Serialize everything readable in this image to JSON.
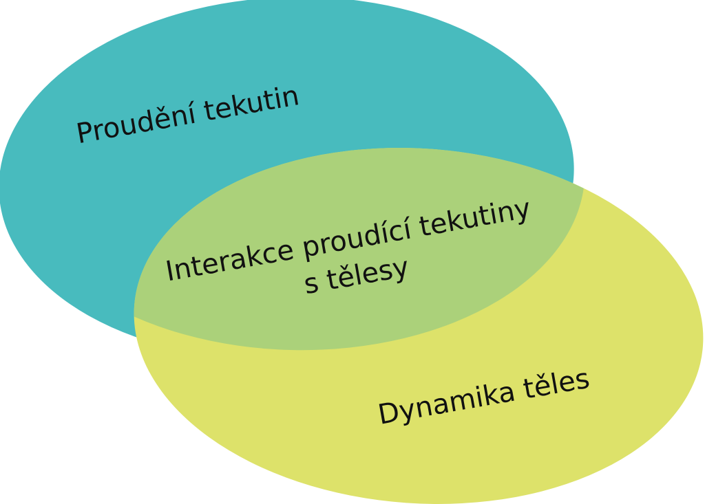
{
  "diagram": {
    "type": "venn",
    "sets": [
      {
        "label": "Proudění tekutin",
        "color": "#48BBBE"
      },
      {
        "label": "Dynamika těles",
        "color": "#DDE26A"
      }
    ],
    "intersection": {
      "line1": "Interakce proudící tekutiny",
      "line2": "s tělesy",
      "color": "#ABD17A"
    }
  }
}
